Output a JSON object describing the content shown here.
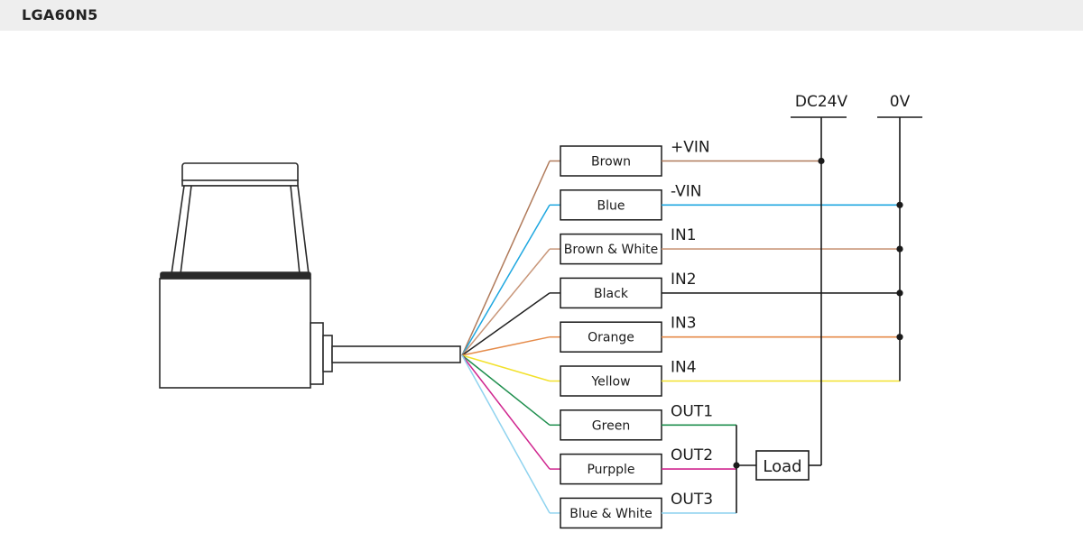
{
  "header": {
    "title": "LGA60N5"
  },
  "rails": {
    "positive": "DC24V",
    "negative": "0V"
  },
  "load_label": "Load",
  "wires": [
    {
      "color_name": "Brown",
      "signal": "+VIN",
      "colors": [
        "#b07a5a"
      ]
    },
    {
      "color_name": "Blue",
      "signal": "-VIN",
      "colors": [
        "#1ea7e0"
      ]
    },
    {
      "color_name": "Brown & White",
      "signal": "IN1",
      "colors": [
        "#c9977a"
      ]
    },
    {
      "color_name": "Black",
      "signal": "IN2",
      "colors": [
        "#222222"
      ]
    },
    {
      "color_name": "Orange",
      "signal": "IN3",
      "colors": [
        "#e58b4a"
      ]
    },
    {
      "color_name": "Yellow",
      "signal": "IN4",
      "colors": [
        "#f2e12c"
      ]
    },
    {
      "color_name": "Green",
      "signal": "OUT1",
      "colors": [
        "#1f8f4e"
      ]
    },
    {
      "color_name": "Purpple",
      "signal": "OUT2",
      "colors": [
        "#d0268f"
      ]
    },
    {
      "color_name": "Blue & White",
      "signal": "OUT3",
      "colors": [
        "#8fd3ef"
      ]
    }
  ]
}
